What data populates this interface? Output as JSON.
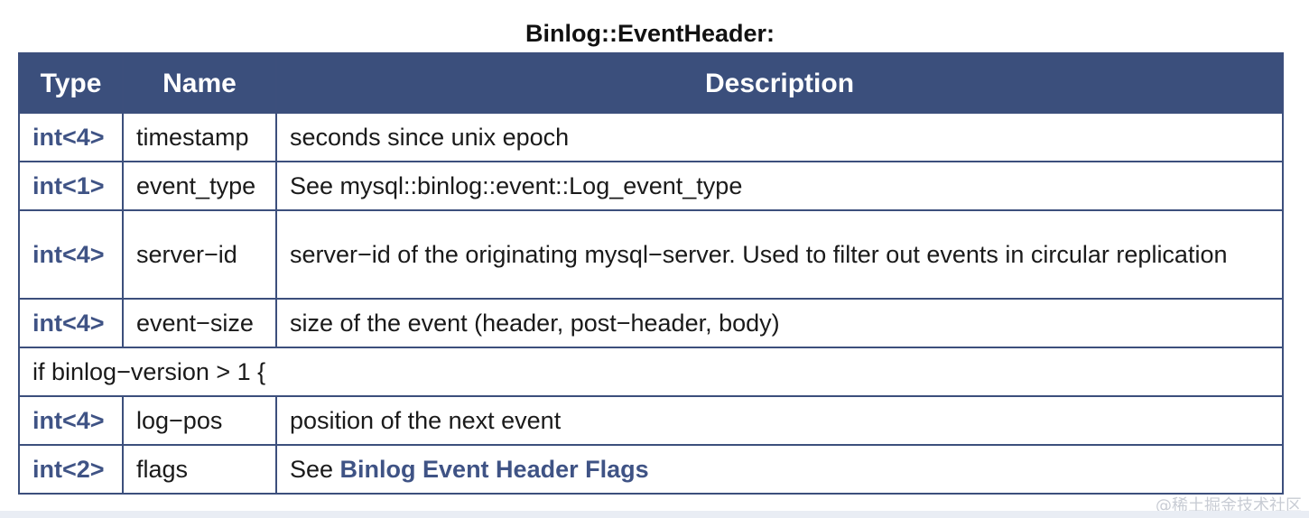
{
  "title": "Binlog::EventHeader:",
  "table": {
    "headers": {
      "type": "Type",
      "name": "Name",
      "description": "Description"
    },
    "rows": [
      {
        "type": "int<4>",
        "name": "timestamp",
        "description": "seconds since unix epoch"
      },
      {
        "type": "int<1>",
        "name": "event_type",
        "description": "See mysql::binlog::event::Log_event_type"
      },
      {
        "type": "int<4>",
        "name": "server−id",
        "description": "server−id of the originating mysql−server. Used to filter out events in circular replication"
      },
      {
        "type": "int<4>",
        "name": "event−size",
        "description": "size of the event (header, post−header, body)"
      }
    ],
    "condition_row": "if binlog−version > 1 {",
    "rows_after": [
      {
        "type": "int<4>",
        "name": "log−pos",
        "description": "position of the next event"
      },
      {
        "type": "int<2>",
        "name": "flags",
        "description_prefix": "See ",
        "description_link": "Binlog Event Header Flags"
      }
    ]
  },
  "watermark": "@稀土掘金技术社区",
  "colors": {
    "header_bg": "#3b4f7c",
    "border": "#3c4f7c",
    "type_text": "#3f5385",
    "link_text": "#3f5385"
  }
}
